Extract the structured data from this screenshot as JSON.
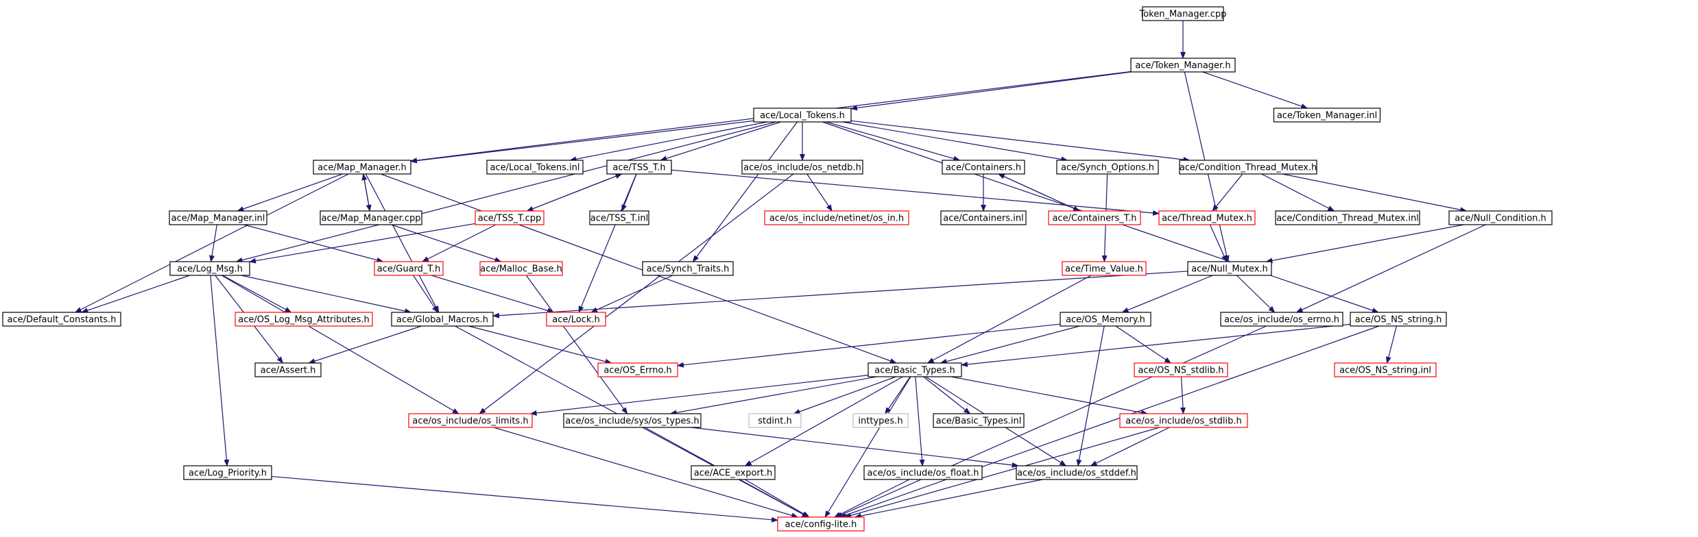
{
  "diagram": {
    "kind": "include-dependency-graph",
    "colors": {
      "root_fill": "#bfbfbf",
      "node_border": "#000000",
      "truncated_border": "#ff0000",
      "external_border": "#bfbfbf",
      "edge": "#191970",
      "text": "#000000"
    },
    "nodes": [
      {
        "id": "token_manager_cpp",
        "label": "Token_Manager.cpp",
        "style": "root"
      },
      {
        "id": "token_manager_h",
        "label": "ace/Token_Manager.h",
        "style": "normal"
      },
      {
        "id": "local_tokens_h",
        "label": "ace/Local_Tokens.h",
        "style": "normal"
      },
      {
        "id": "token_manager_inl",
        "label": "ace/Token_Manager.inl",
        "style": "normal"
      },
      {
        "id": "map_manager_h",
        "label": "ace/Map_Manager.h",
        "style": "normal"
      },
      {
        "id": "local_tokens_inl",
        "label": "ace/Local_Tokens.inl",
        "style": "normal"
      },
      {
        "id": "tss_t_h",
        "label": "ace/TSS_T.h",
        "style": "normal"
      },
      {
        "id": "os_netdb_h",
        "label": "ace/os_include/os_netdb.h",
        "style": "normal"
      },
      {
        "id": "containers_h",
        "label": "ace/Containers.h",
        "style": "normal"
      },
      {
        "id": "synch_options_h",
        "label": "ace/Synch_Options.h",
        "style": "normal"
      },
      {
        "id": "condition_thread_mutex_h",
        "label": "ace/Condition_Thread_Mutex.h",
        "style": "normal"
      },
      {
        "id": "map_manager_inl",
        "label": "ace/Map_Manager.inl",
        "style": "normal"
      },
      {
        "id": "map_manager_cpp",
        "label": "ace/Map_Manager.cpp",
        "style": "normal"
      },
      {
        "id": "tss_t_cpp",
        "label": "ace/TSS_T.cpp",
        "style": "truncated"
      },
      {
        "id": "tss_t_inl",
        "label": "ace/TSS_T.inl",
        "style": "normal"
      },
      {
        "id": "os_in_h",
        "label": "ace/os_include/netinet/os_in.h",
        "style": "truncated"
      },
      {
        "id": "containers_inl",
        "label": "ace/Containers.inl",
        "style": "normal"
      },
      {
        "id": "containers_t_h",
        "label": "ace/Containers_T.h",
        "style": "truncated"
      },
      {
        "id": "thread_mutex_h",
        "label": "ace/Thread_Mutex.h",
        "style": "truncated"
      },
      {
        "id": "condition_thread_mutex_inl",
        "label": "ace/Condition_Thread_Mutex.inl",
        "style": "normal"
      },
      {
        "id": "null_condition_h",
        "label": "ace/Null_Condition.h",
        "style": "normal"
      },
      {
        "id": "log_msg_h",
        "label": "ace/Log_Msg.h",
        "style": "normal"
      },
      {
        "id": "guard_t_h",
        "label": "ace/Guard_T.h",
        "style": "truncated"
      },
      {
        "id": "malloc_base_h",
        "label": "ace/Malloc_Base.h",
        "style": "truncated"
      },
      {
        "id": "synch_traits_h",
        "label": "ace/Synch_Traits.h",
        "style": "normal"
      },
      {
        "id": "time_value_h",
        "label": "ace/Time_Value.h",
        "style": "truncated"
      },
      {
        "id": "null_mutex_h",
        "label": "ace/Null_Mutex.h",
        "style": "normal"
      },
      {
        "id": "default_constants_h",
        "label": "ace/Default_Constants.h",
        "style": "normal"
      },
      {
        "id": "os_log_msg_attributes_h",
        "label": "ace/OS_Log_Msg_Attributes.h",
        "style": "truncated"
      },
      {
        "id": "global_macros_h",
        "label": "ace/Global_Macros.h",
        "style": "normal"
      },
      {
        "id": "lock_h",
        "label": "ace/Lock.h",
        "style": "truncated"
      },
      {
        "id": "os_memory_h",
        "label": "ace/OS_Memory.h",
        "style": "normal"
      },
      {
        "id": "os_errno_h",
        "label": "ace/os_include/os_errno.h",
        "style": "normal"
      },
      {
        "id": "os_ns_string_h",
        "label": "ace/OS_NS_string.h",
        "style": "normal"
      },
      {
        "id": "assert_h",
        "label": "ace/Assert.h",
        "style": "normal"
      },
      {
        "id": "ace_os_errno_h",
        "label": "ace/OS_Errno.h",
        "style": "truncated"
      },
      {
        "id": "basic_types_h",
        "label": "ace/Basic_Types.h",
        "style": "normal"
      },
      {
        "id": "os_ns_stdlib_h",
        "label": "ace/OS_NS_stdlib.h",
        "style": "truncated"
      },
      {
        "id": "os_ns_string_inl",
        "label": "ace/OS_NS_string.inl",
        "style": "truncated"
      },
      {
        "id": "os_limits_h",
        "label": "ace/os_include/os_limits.h",
        "style": "truncated"
      },
      {
        "id": "sys_os_types_h",
        "label": "ace/os_include/sys/os_types.h",
        "style": "normal"
      },
      {
        "id": "stdint_h",
        "label": "stdint.h",
        "style": "external"
      },
      {
        "id": "inttypes_h",
        "label": "inttypes.h",
        "style": "external"
      },
      {
        "id": "basic_types_inl",
        "label": "ace/Basic_Types.inl",
        "style": "normal"
      },
      {
        "id": "os_stdlib_h",
        "label": "ace/os_include/os_stdlib.h",
        "style": "truncated"
      },
      {
        "id": "log_priority_h",
        "label": "ace/Log_Priority.h",
        "style": "normal"
      },
      {
        "id": "ace_export_h",
        "label": "ace/ACE_export.h",
        "style": "normal"
      },
      {
        "id": "os_float_h",
        "label": "ace/os_include/os_float.h",
        "style": "normal"
      },
      {
        "id": "os_stddef_h",
        "label": "ace/os_include/os_stddef.h",
        "style": "normal"
      },
      {
        "id": "config_lite_h",
        "label": "ace/config-lite.h",
        "style": "truncated"
      }
    ],
    "edges": [
      {
        "from": "token_manager_cpp",
        "to": "token_manager_h"
      },
      {
        "from": "token_manager_h",
        "to": "local_tokens_h"
      },
      {
        "from": "token_manager_h",
        "to": "map_manager_h"
      },
      {
        "from": "token_manager_h",
        "to": "token_manager_inl"
      },
      {
        "from": "token_manager_h",
        "to": "null_mutex_h"
      },
      {
        "from": "local_tokens_h",
        "to": "map_manager_h"
      },
      {
        "from": "local_tokens_h",
        "to": "local_tokens_inl"
      },
      {
        "from": "local_tokens_h",
        "to": "tss_t_h"
      },
      {
        "from": "local_tokens_h",
        "to": "os_netdb_h"
      },
      {
        "from": "local_tokens_h",
        "to": "containers_h"
      },
      {
        "from": "local_tokens_h",
        "to": "synch_options_h"
      },
      {
        "from": "local_tokens_h",
        "to": "condition_thread_mutex_h"
      },
      {
        "from": "local_tokens_h",
        "to": "log_msg_h"
      },
      {
        "from": "local_tokens_h",
        "to": "synch_traits_h"
      },
      {
        "from": "local_tokens_h",
        "to": "os_ns_string_h"
      },
      {
        "from": "map_manager_h",
        "to": "map_manager_inl"
      },
      {
        "from": "map_manager_h",
        "to": "map_manager_cpp"
      },
      {
        "from": "map_manager_h",
        "to": "global_macros_h"
      },
      {
        "from": "map_manager_h",
        "to": "default_constants_h"
      },
      {
        "from": "map_manager_h",
        "to": "basic_types_h"
      },
      {
        "from": "map_manager_cpp",
        "to": "map_manager_h"
      },
      {
        "from": "map_manager_cpp",
        "to": "malloc_base_h"
      },
      {
        "from": "map_manager_inl",
        "to": "log_msg_h"
      },
      {
        "from": "map_manager_inl",
        "to": "guard_t_h"
      },
      {
        "from": "tss_t_h",
        "to": "tss_t_cpp"
      },
      {
        "from": "tss_t_h",
        "to": "tss_t_inl"
      },
      {
        "from": "tss_t_h",
        "to": "lock_h"
      },
      {
        "from": "tss_t_h",
        "to": "thread_mutex_h"
      },
      {
        "from": "tss_t_cpp",
        "to": "tss_t_h"
      },
      {
        "from": "tss_t_cpp",
        "to": "log_msg_h"
      },
      {
        "from": "tss_t_cpp",
        "to": "guard_t_h"
      },
      {
        "from": "os_netdb_h",
        "to": "os_in_h"
      },
      {
        "from": "os_netdb_h",
        "to": "os_limits_h"
      },
      {
        "from": "containers_h",
        "to": "containers_inl"
      },
      {
        "from": "containers_h",
        "to": "containers_t_h"
      },
      {
        "from": "containers_t_h",
        "to": "containers_h"
      },
      {
        "from": "synch_options_h",
        "to": "time_value_h"
      },
      {
        "from": "condition_thread_mutex_h",
        "to": "thread_mutex_h"
      },
      {
        "from": "condition_thread_mutex_h",
        "to": "condition_thread_mutex_inl"
      },
      {
        "from": "condition_thread_mutex_h",
        "to": "null_condition_h"
      },
      {
        "from": "null_condition_h",
        "to": "null_mutex_h"
      },
      {
        "from": "null_condition_h",
        "to": "os_errno_h"
      },
      {
        "from": "thread_mutex_h",
        "to": "null_mutex_h"
      },
      {
        "from": "log_msg_h",
        "to": "default_constants_h"
      },
      {
        "from": "log_msg_h",
        "to": "os_log_msg_attributes_h"
      },
      {
        "from": "log_msg_h",
        "to": "global_macros_h"
      },
      {
        "from": "log_msg_h",
        "to": "assert_h"
      },
      {
        "from": "log_msg_h",
        "to": "os_limits_h"
      },
      {
        "from": "log_msg_h",
        "to": "log_priority_h"
      },
      {
        "from": "guard_t_h",
        "to": "global_macros_h"
      },
      {
        "from": "guard_t_h",
        "to": "lock_h"
      },
      {
        "from": "malloc_base_h",
        "to": "sys_os_types_h"
      },
      {
        "from": "synch_traits_h",
        "to": "lock_h"
      },
      {
        "from": "time_value_h",
        "to": "basic_types_h"
      },
      {
        "from": "null_mutex_h",
        "to": "global_macros_h"
      },
      {
        "from": "null_mutex_h",
        "to": "os_memory_h"
      },
      {
        "from": "null_mutex_h",
        "to": "os_errno_h"
      },
      {
        "from": "global_macros_h",
        "to": "assert_h"
      },
      {
        "from": "global_macros_h",
        "to": "ace_os_errno_h"
      },
      {
        "from": "global_macros_h",
        "to": "config_lite_h"
      },
      {
        "from": "os_memory_h",
        "to": "ace_os_errno_h"
      },
      {
        "from": "os_memory_h",
        "to": "basic_types_h"
      },
      {
        "from": "os_memory_h",
        "to": "os_ns_stdlib_h"
      },
      {
        "from": "os_memory_h",
        "to": "os_stddef_h"
      },
      {
        "from": "os_errno_h",
        "to": "config_lite_h"
      },
      {
        "from": "os_ns_string_h",
        "to": "basic_types_h"
      },
      {
        "from": "os_ns_string_h",
        "to": "os_ns_string_inl"
      },
      {
        "from": "os_ns_string_h",
        "to": "config_lite_h"
      },
      {
        "from": "basic_types_h",
        "to": "os_limits_h"
      },
      {
        "from": "basic_types_h",
        "to": "sys_os_types_h"
      },
      {
        "from": "basic_types_h",
        "to": "stdint_h"
      },
      {
        "from": "basic_types_h",
        "to": "inttypes_h"
      },
      {
        "from": "basic_types_h",
        "to": "basic_types_inl"
      },
      {
        "from": "basic_types_h",
        "to": "os_stdlib_h"
      },
      {
        "from": "basic_types_h",
        "to": "ace_export_h"
      },
      {
        "from": "basic_types_h",
        "to": "os_float_h"
      },
      {
        "from": "basic_types_h",
        "to": "os_stddef_h"
      },
      {
        "from": "basic_types_h",
        "to": "config_lite_h"
      },
      {
        "from": "os_ns_stdlib_h",
        "to": "os_stdlib_h"
      },
      {
        "from": "os_stdlib_h",
        "to": "os_stddef_h"
      },
      {
        "from": "os_stdlib_h",
        "to": "config_lite_h"
      },
      {
        "from": "os_limits_h",
        "to": "config_lite_h"
      },
      {
        "from": "sys_os_types_h",
        "to": "os_stddef_h"
      },
      {
        "from": "sys_os_types_h",
        "to": "config_lite_h"
      },
      {
        "from": "log_priority_h",
        "to": "config_lite_h"
      },
      {
        "from": "ace_export_h",
        "to": "config_lite_h"
      },
      {
        "from": "os_float_h",
        "to": "config_lite_h"
      },
      {
        "from": "os_stddef_h",
        "to": "config_lite_h"
      }
    ]
  }
}
